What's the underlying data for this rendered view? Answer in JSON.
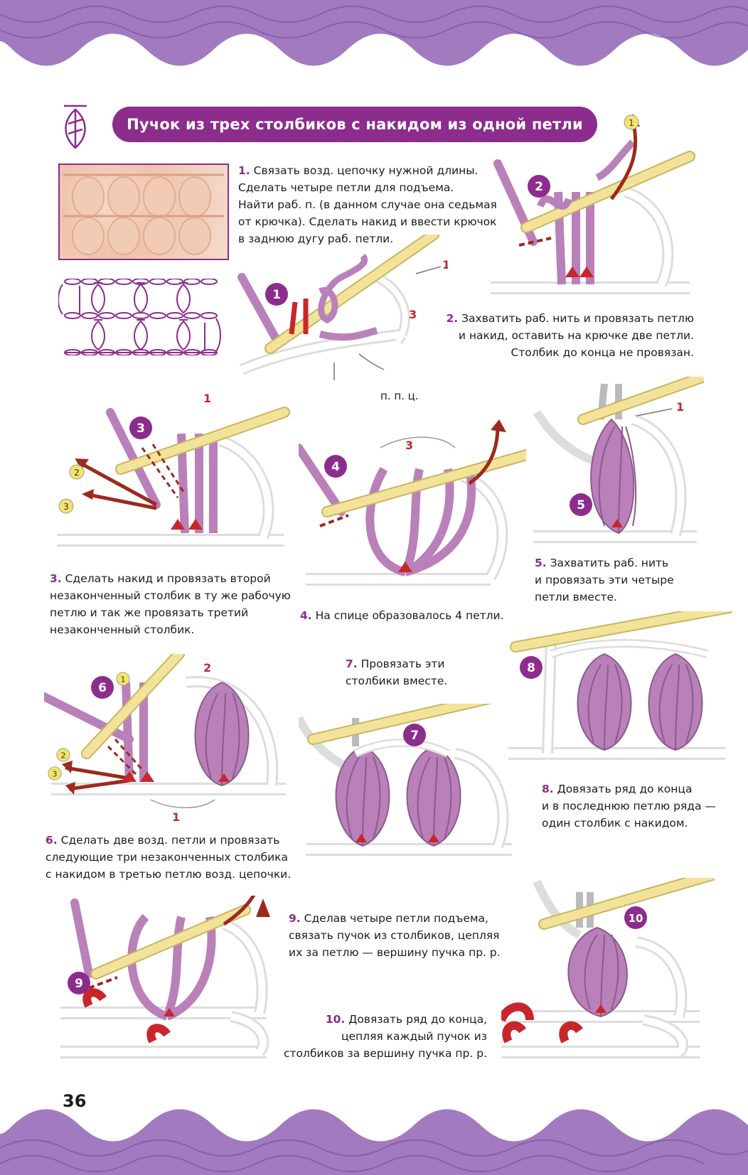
{
  "title": "Пучок  из трех столбиков с накидом из одной петли",
  "page_number": "36",
  "colors": {
    "accent": "#8c2c8c",
    "yarn": "#b980b9",
    "hook": "#f3e39a",
    "red": "#c8262b",
    "wave": "#a27ac0"
  },
  "steps": {
    "s1": {
      "num": "1.",
      "text": "Связать возд. цепочку нужной длины. Сделать четыре петли для подъема. Найти раб. п. (в данном случае она седьмая от крючка). Сделать накид и ввести крючок в заднюю дугу раб. петли."
    },
    "s1_lines": [
      "Связать возд. цепочку нужной длины.",
      "Сделать четыре петли для подъема.",
      "Найти раб. п. (в данном случае она седьмая",
      "от крючка). Сделать накид и ввести крючок",
      "в заднюю дугу раб. петли."
    ],
    "s2_lines": [
      "Захватить раб. нить и провязать петлю",
      "и накид, оставить на крючке две петли.",
      "Столбик до конца не провязан."
    ],
    "s3_lines": [
      "Сделать накид и провязать второй",
      "незаконченный столбик в ту же рабочую",
      "петлю и так же провязать третий",
      "незаконченный столбик."
    ],
    "s4_lines": [
      "На спице образовалось 4 петли."
    ],
    "s5_lines": [
      "Захватить раб. нить",
      "и провязать эти четыре",
      "петли вместе."
    ],
    "s6_lines": [
      "Сделать две возд. петли и провязать",
      "следующие три незаконченных столбика",
      "с накидом в третью петлю возд. цепочки."
    ],
    "s7_lines": [
      "Провязать эти",
      "столбики вместе."
    ],
    "s8_lines": [
      "Довязать ряд до конца",
      "и в последнюю петлю ряда —",
      "один столбик с накидом."
    ],
    "s9_lines": [
      "Сделав четыре петли подъема,",
      "связать пучок из столбиков, цепляя",
      "их за петлю — вершину пучка пр. р."
    ],
    "s10_lines": [
      "Довязать ряд до конца,",
      "цепляя каждый пучок из",
      "столбиков за вершину пучка пр. р."
    ]
  },
  "step_numbers": {
    "n1": "1.",
    "n2": "2.",
    "n3": "3.",
    "n4": "4.",
    "n5": "5.",
    "n6": "6.",
    "n7": "7.",
    "n8": "8.",
    "n9": "9.",
    "n10": "10."
  },
  "badges": [
    "1",
    "2",
    "3",
    "4",
    "5",
    "6",
    "7",
    "8",
    "9",
    "10"
  ],
  "labels": {
    "ppc": "п. п. ц.",
    "one": "1",
    "two": "2",
    "three": "3"
  },
  "icons": {
    "symbol": "crochet-bobble-symbol-icon",
    "hook": "crochet-hook-icon"
  }
}
